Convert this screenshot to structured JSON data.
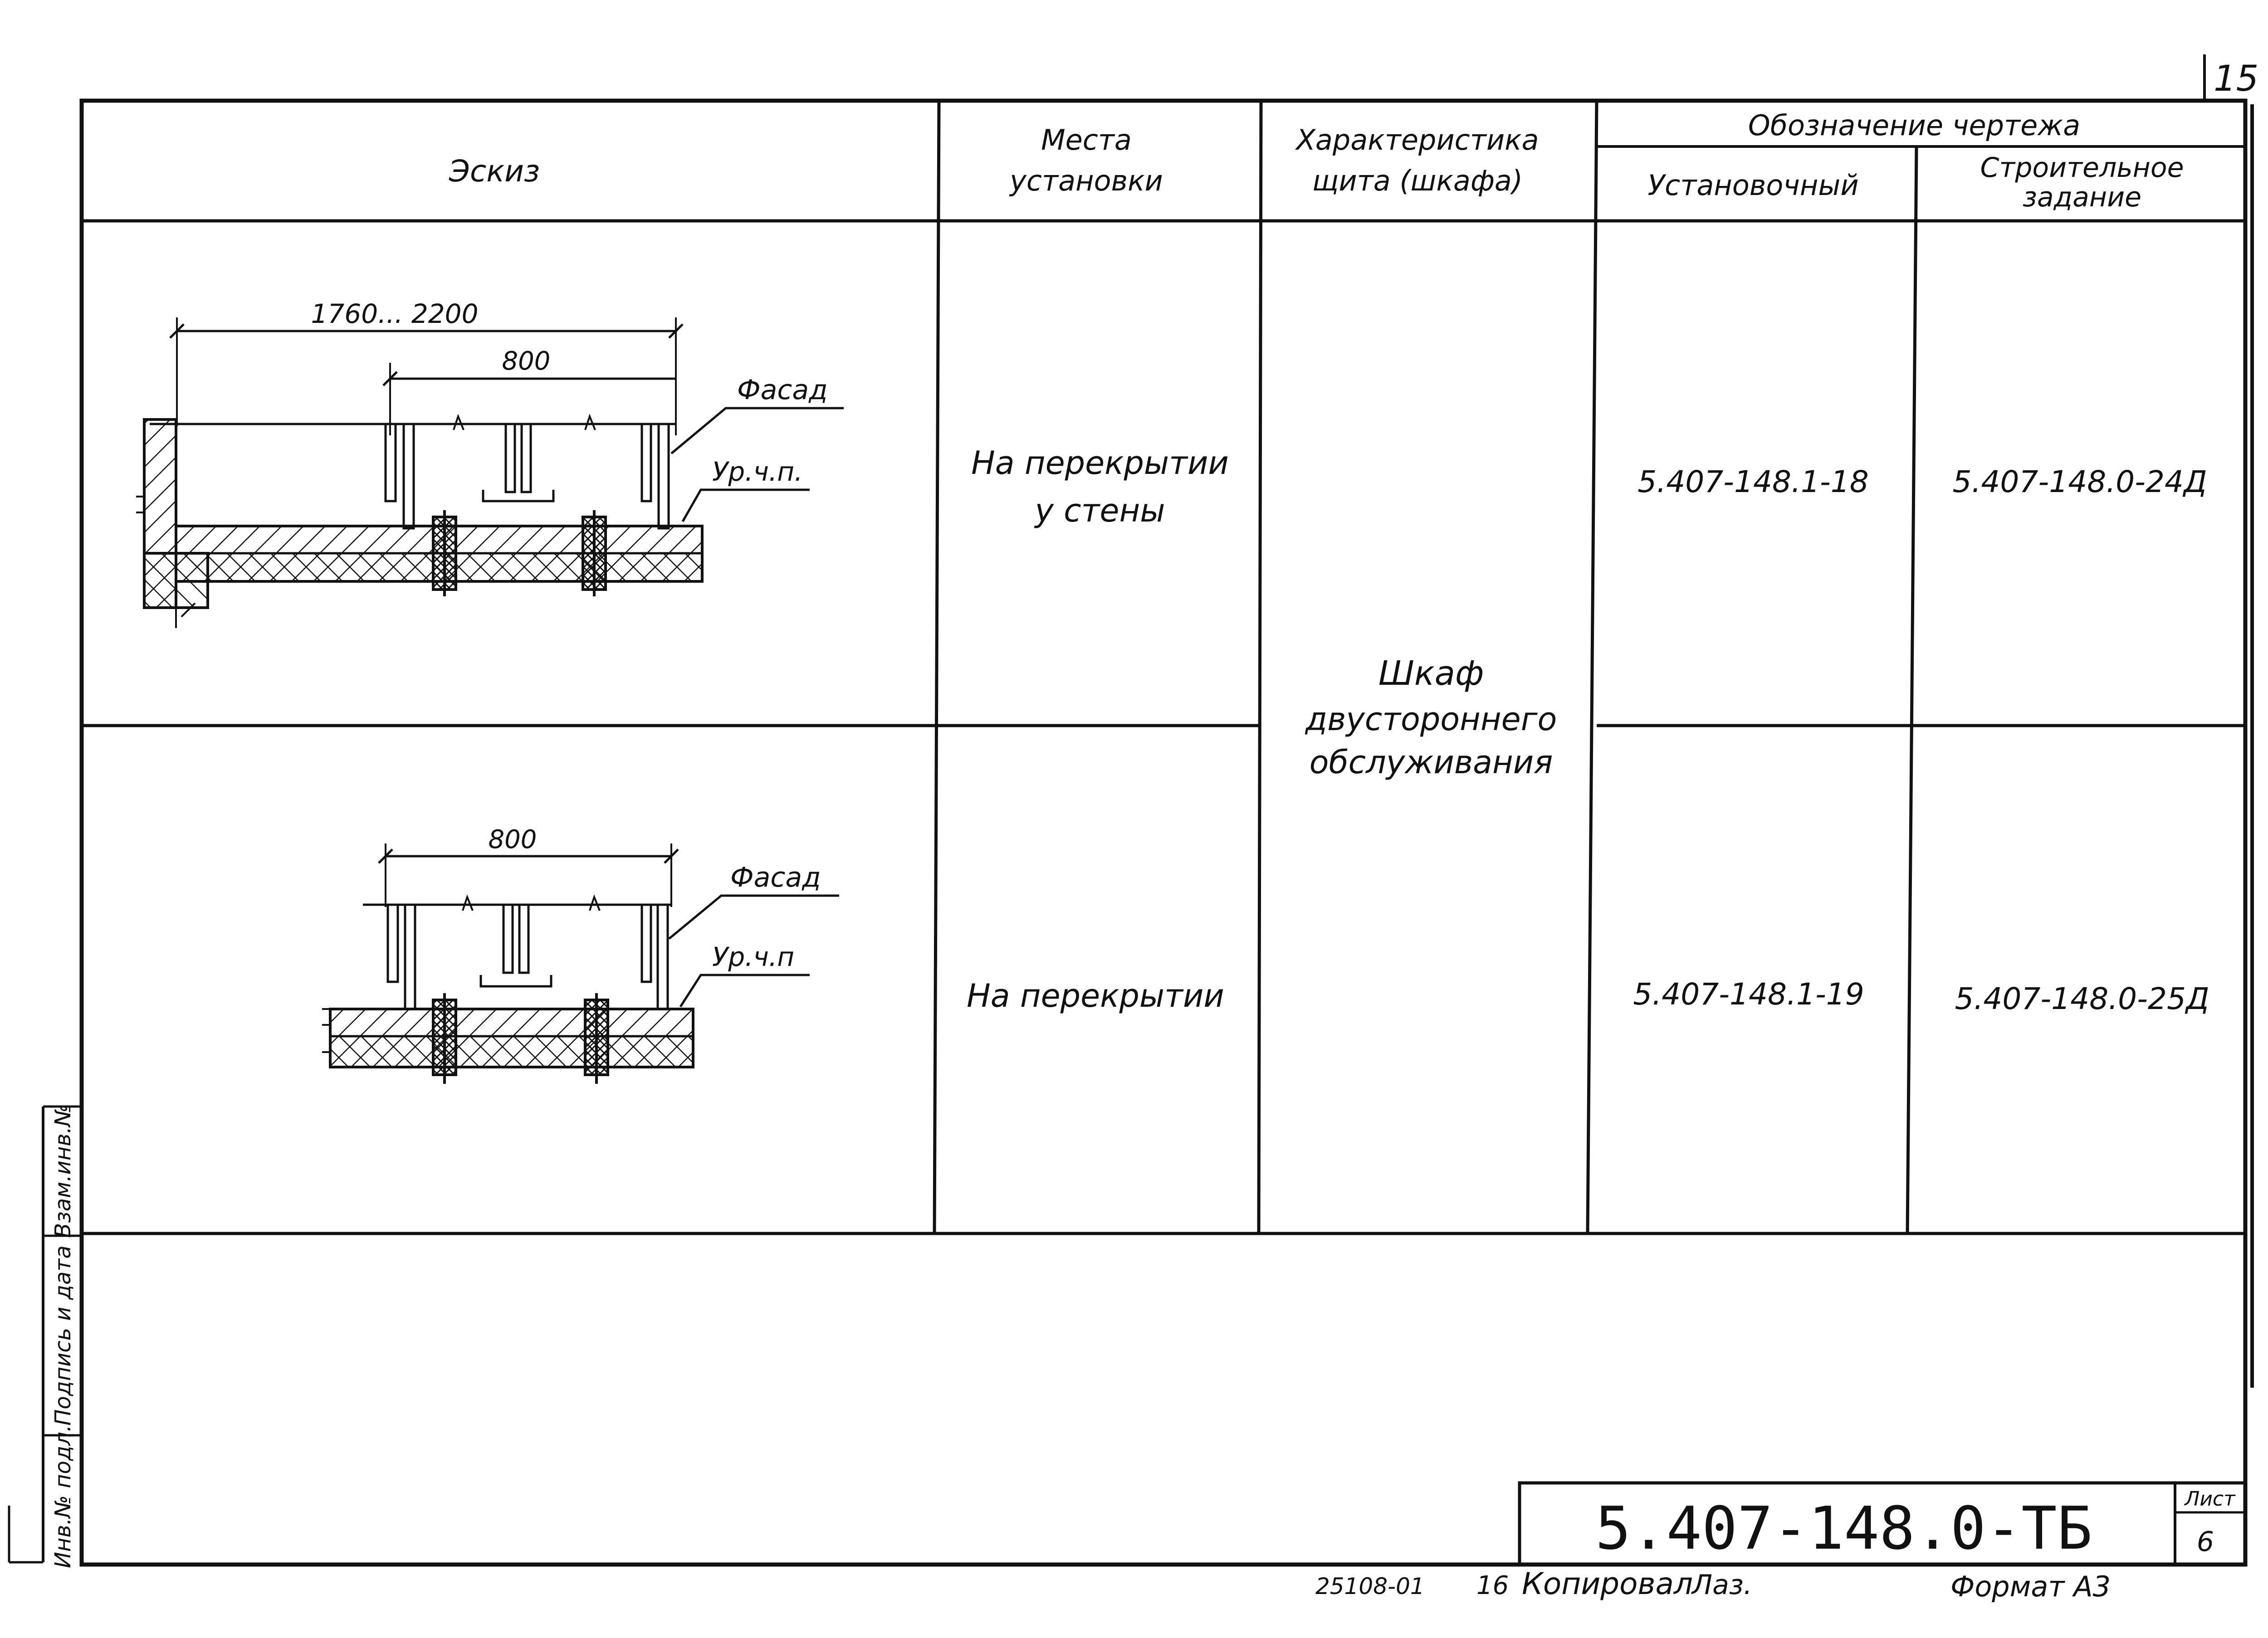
{
  "sheet_page_number": "15",
  "table": {
    "headers": {
      "sketch": "Эскиз",
      "places_line1": "Места",
      "places_line2": "установки",
      "char_line1": "Характеристика",
      "char_line2": "щита (шкафа)",
      "designation": "Обозначение чертежа",
      "installation": "Установочный",
      "construction_line1": "Строительное",
      "construction_line2": "задание"
    },
    "rows": [
      {
        "place_line1": "На перекрытии",
        "place_line2": "у стены",
        "installation_code": "5.407-148.1-18",
        "construction_code": "5.407-148.0-24Д",
        "dim_overall": "1760... 2200",
        "dim_inner": "800",
        "label_facade": "Фасад",
        "label_level": "Ур.ч.п."
      },
      {
        "place_line1": "На перекрытии",
        "installation_code": "5.407-148.1-19",
        "construction_code": "5.407-148.0-25Д",
        "dim_inner": "800",
        "label_facade": "Фасад",
        "label_level": "Ур.ч.п"
      }
    ],
    "characteristic_line1": "Шкаф",
    "characteristic_line2": "двустороннего",
    "characteristic_line3": "обслуживания"
  },
  "side_stamp": {
    "inv_podl": "Инв.№ подл.",
    "signature_date": "Подпись и дата",
    "vzam_inv": "Взам.инв.№"
  },
  "title_block": {
    "document_code": "5.407-148.0-ТБ",
    "sheet_label": "Лист",
    "sheet_number": "6"
  },
  "footer": {
    "order_number": "25108-01",
    "copy_number": "16",
    "copied_by": "Копировал",
    "signature": "Лаз.",
    "format": "Формат А3"
  }
}
